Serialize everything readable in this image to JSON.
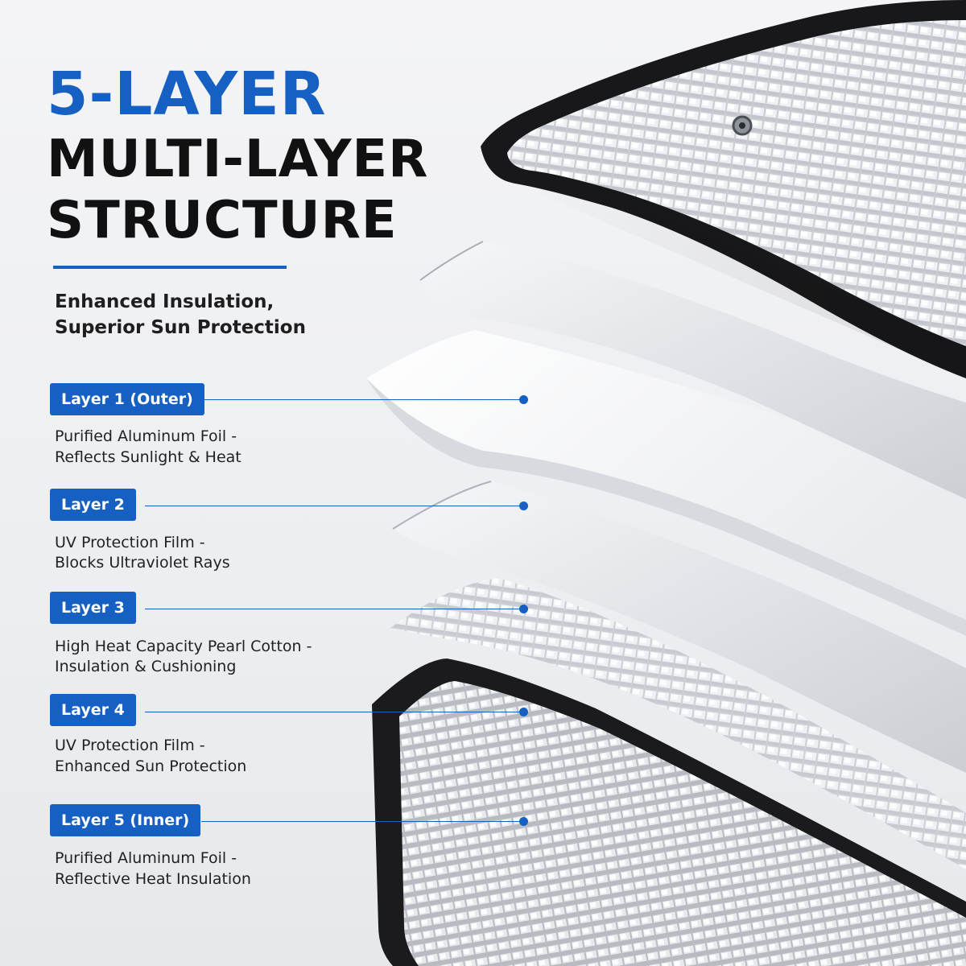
{
  "headline": {
    "line1": "5-LAYER",
    "line2": "MULTI-LAYER",
    "line3": "STRUCTURE"
  },
  "subtitle": {
    "line1": "Enhanced Insulation,",
    "line2": "Superior Sun Protection"
  },
  "layers": [
    {
      "label": "Layer 1 (Outer)",
      "desc1": "Purified Aluminum Foil -",
      "desc2": "Reflects Sunlight & Heat"
    },
    {
      "label": "Layer 2",
      "desc1": "UV Protection Film -",
      "desc2": "Blocks Ultraviolet Rays"
    },
    {
      "label": "Layer 3",
      "desc1": "High Heat Capacity Pearl Cotton -",
      "desc2": "Insulation & Cushioning"
    },
    {
      "label": "Layer 4",
      "desc1": "UV Protection Film -",
      "desc2": "Enhanced Sun Protection"
    },
    {
      "label": "Layer 5 (Inner)",
      "desc1": "Purified Aluminum Foil -",
      "desc2": "Reflective Heat Insulation"
    }
  ],
  "colors": {
    "accent": "#1560c2",
    "headline_dark": "#111111",
    "background": "#eff0f3"
  }
}
